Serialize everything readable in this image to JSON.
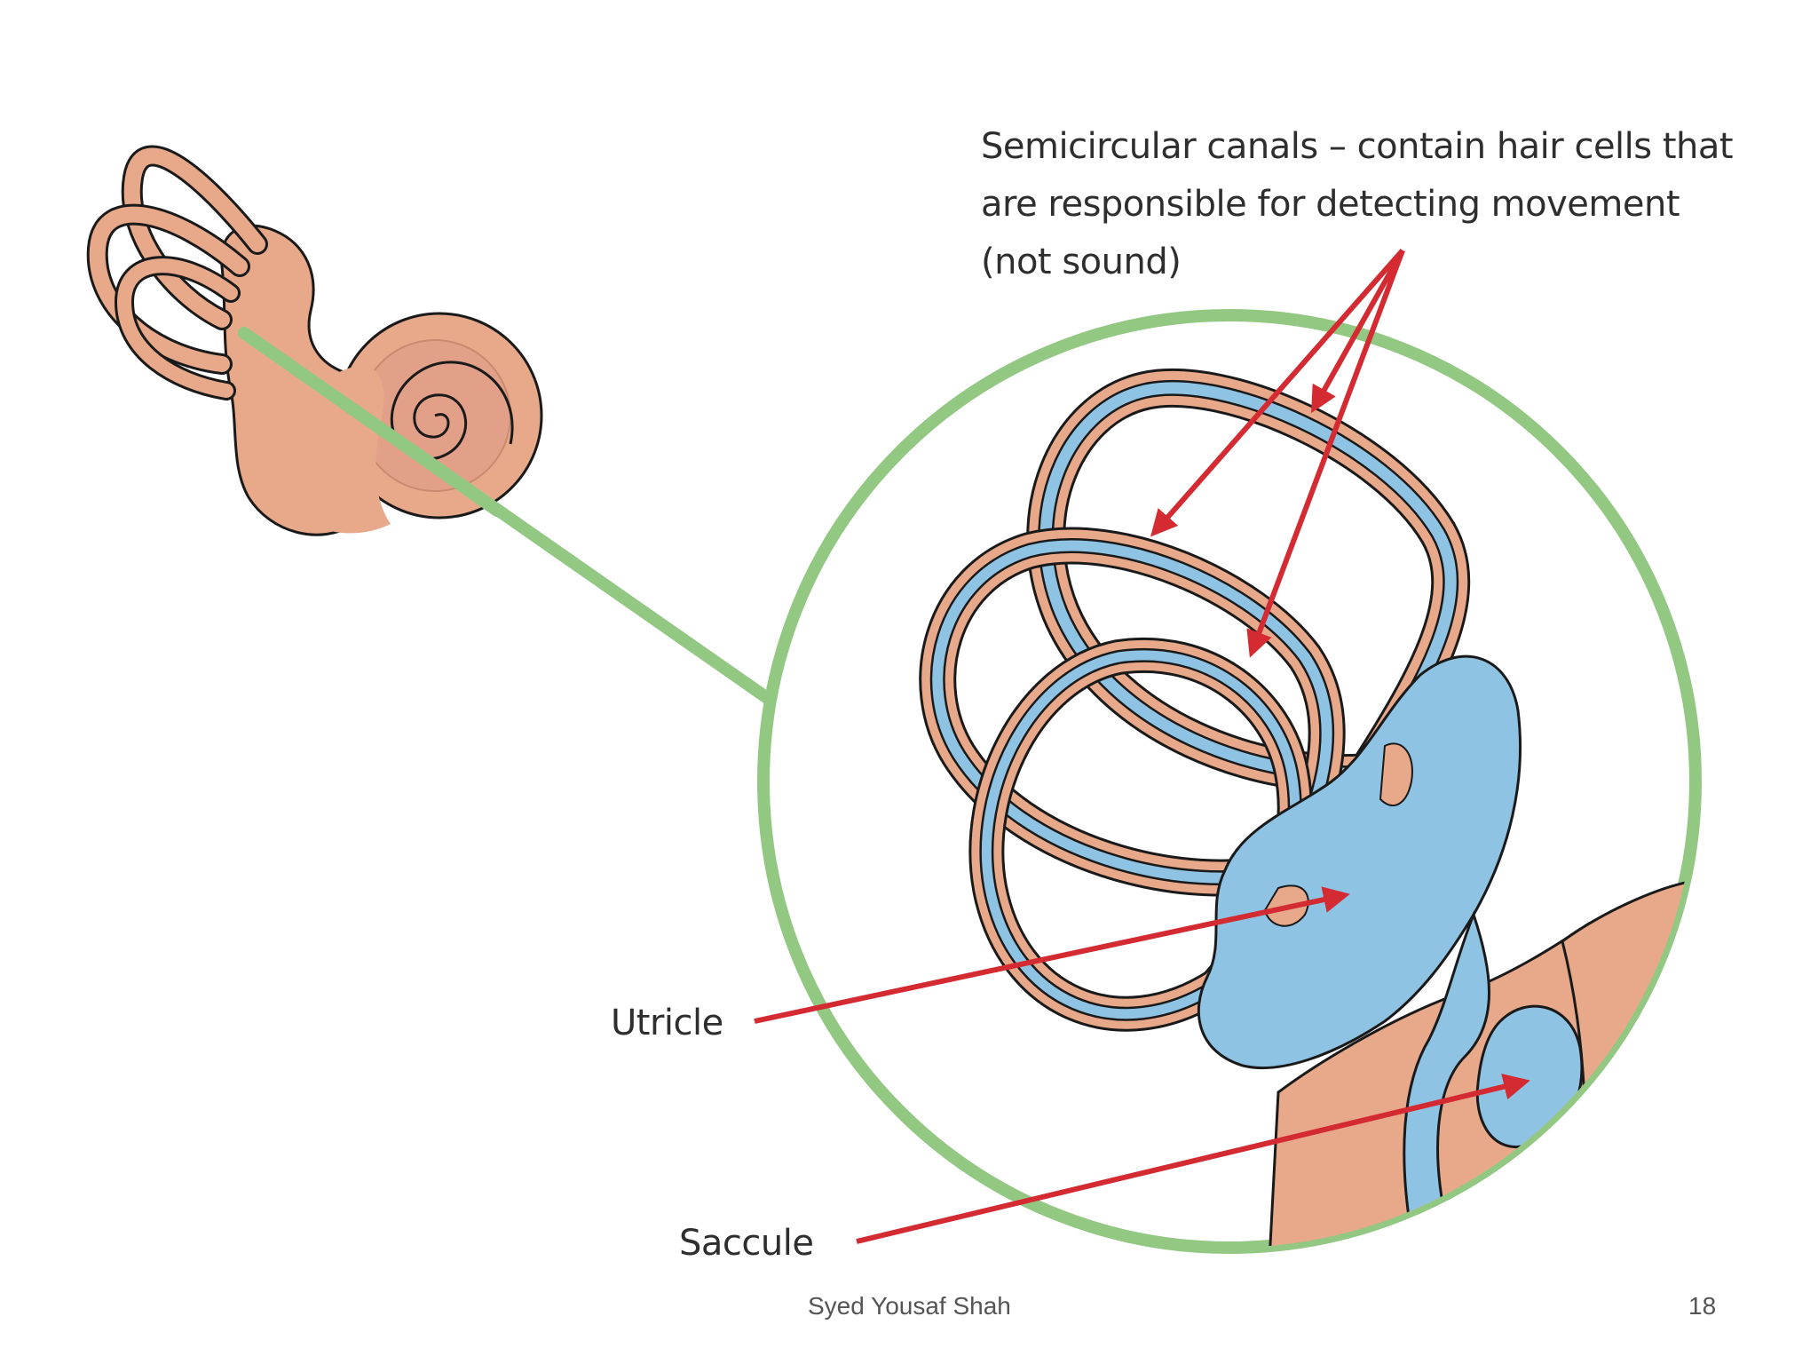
{
  "colors": {
    "tissue": "#e8a98b",
    "fluid": "#8fc3e4",
    "outline": "#1a1a1a",
    "zoom_ring": "#92c882",
    "arrow": "#d42a32",
    "cochlea_shade": "#d8917a"
  },
  "labels": {
    "semicircular_canals": [
      "Semicircular canals – contain hair cells that",
      "are responsible for detecting movement",
      "(not sound)"
    ],
    "utricle": "Utricle",
    "saccule": "Saccule"
  },
  "footer": {
    "author": "Syed Yousaf Shah",
    "page_number": "18"
  }
}
